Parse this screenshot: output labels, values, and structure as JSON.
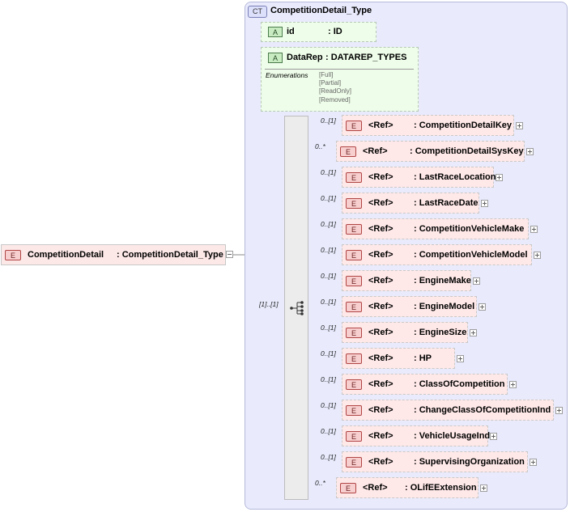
{
  "root": {
    "badge": "E",
    "name": "CompetitionDetail",
    "type": ": CompetitionDetail_Type"
  },
  "complex_type": {
    "badge": "CT",
    "title": "CompetitionDetail_Type"
  },
  "attributes": [
    {
      "badge": "A",
      "name": "id",
      "type": ": ID"
    },
    {
      "badge": "A",
      "name": "DataRep",
      "type": ": DATAREP_TYPES",
      "enum_label": "Enumerations",
      "enum_values": [
        "[Full]",
        "[Partial]",
        "[ReadOnly]",
        "[Removed]"
      ]
    }
  ],
  "sequence_cardinality": "[1]..[1]",
  "elements": [
    {
      "card": "0..[1]",
      "badge": "E",
      "ref": "<Ref>",
      "type": ": CompetitionDetailKey"
    },
    {
      "card": "0..*",
      "badge": "E",
      "ref": "<Ref>",
      "type": ": CompetitionDetailSysKey"
    },
    {
      "card": "0..[1]",
      "badge": "E",
      "ref": "<Ref>",
      "type": ": LastRaceLocation"
    },
    {
      "card": "0..[1]",
      "badge": "E",
      "ref": "<Ref>",
      "type": ": LastRaceDate"
    },
    {
      "card": "0..[1]",
      "badge": "E",
      "ref": "<Ref>",
      "type": ": CompetitionVehicleMake"
    },
    {
      "card": "0..[1]",
      "badge": "E",
      "ref": "<Ref>",
      "type": ": CompetitionVehicleModel"
    },
    {
      "card": "0..[1]",
      "badge": "E",
      "ref": "<Ref>",
      "type": ": EngineMake"
    },
    {
      "card": "0..[1]",
      "badge": "E",
      "ref": "<Ref>",
      "type": ": EngineModel"
    },
    {
      "card": "0..[1]",
      "badge": "E",
      "ref": "<Ref>",
      "type": ": EngineSize"
    },
    {
      "card": "0..[1]",
      "badge": "E",
      "ref": "<Ref>",
      "type": ": HP"
    },
    {
      "card": "0..[1]",
      "badge": "E",
      "ref": "<Ref>",
      "type": ": ClassOfCompetition"
    },
    {
      "card": "0..[1]",
      "badge": "E",
      "ref": "<Ref>",
      "type": ": ChangeClassOfCompetitionInd"
    },
    {
      "card": "0..[1]",
      "badge": "E",
      "ref": "<Ref>",
      "type": ": VehicleUsageInd"
    },
    {
      "card": "0..[1]",
      "badge": "E",
      "ref": "<Ref>",
      "type": ": SupervisingOrganization"
    },
    {
      "card": "0..*",
      "badge": "E",
      "ref": "<Ref>",
      "type": ": OLifEExtension"
    }
  ]
}
